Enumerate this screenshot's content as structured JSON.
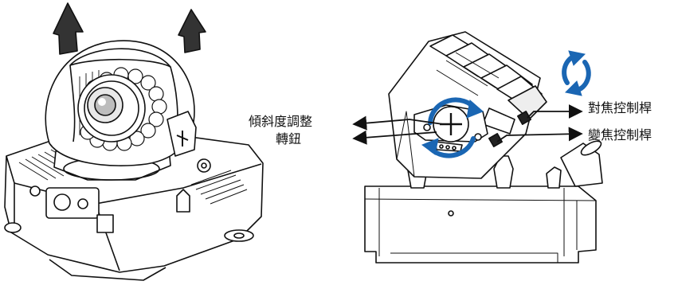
{
  "diagram": {
    "label_tilt_line1": "傾斜度調整",
    "label_tilt_line2": "轉鈕",
    "label_focus": "對焦控制桿",
    "label_zoom": "變焦控制桿",
    "arrow_color": "#1a66b3",
    "line_color": "#111111"
  }
}
